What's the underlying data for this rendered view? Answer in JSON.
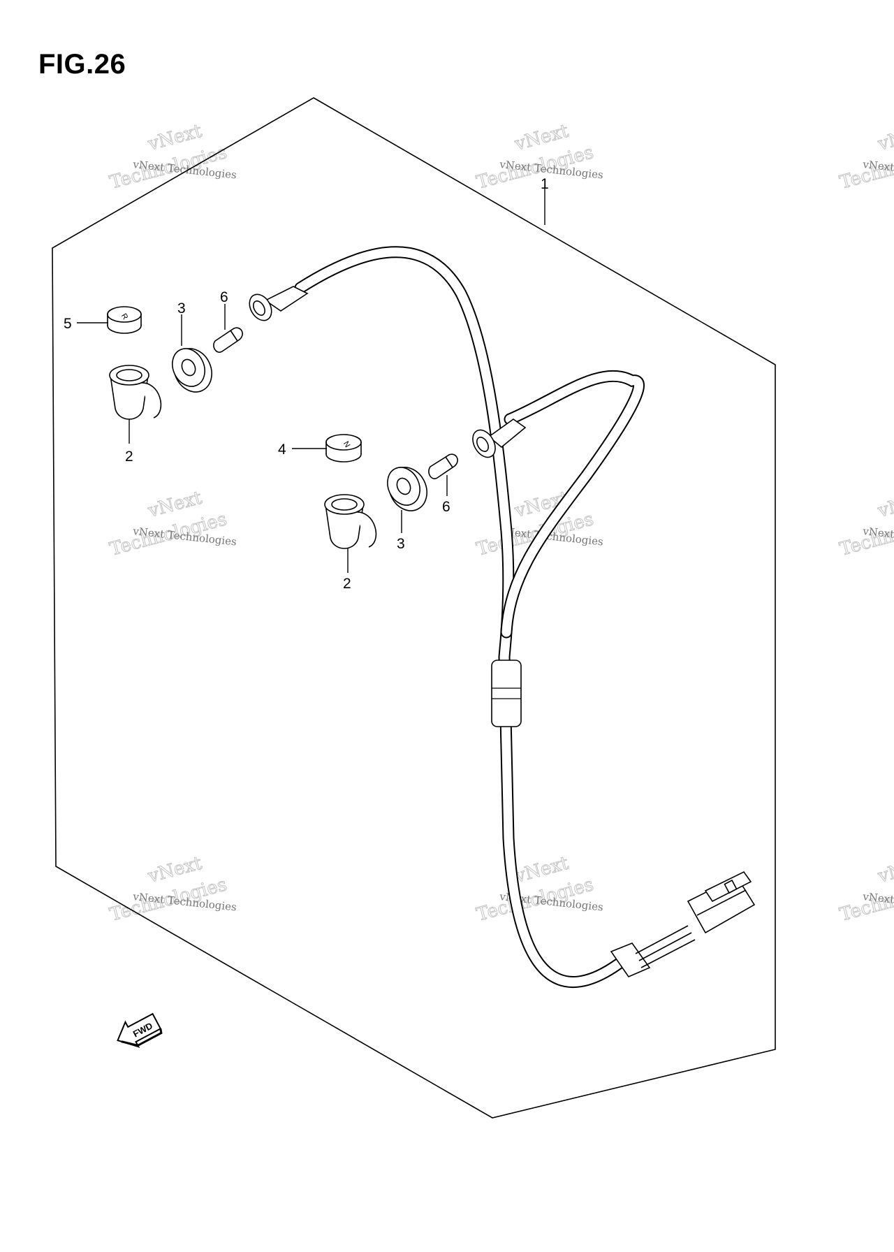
{
  "figure": {
    "title": "FIG.26"
  },
  "callouts": [
    {
      "id": "c1a",
      "label": "1"
    },
    {
      "id": "c5",
      "label": "5"
    },
    {
      "id": "c3a",
      "label": "3"
    },
    {
      "id": "c6a",
      "label": "6"
    },
    {
      "id": "c2a",
      "label": "2"
    },
    {
      "id": "c4",
      "label": "4"
    },
    {
      "id": "c6b",
      "label": "6"
    },
    {
      "id": "c3b",
      "label": "3"
    },
    {
      "id": "c2b",
      "label": "2"
    }
  ],
  "part_markings": {
    "cap_r": "R",
    "cap_n": "N",
    "direction_arrow": "FWD"
  },
  "watermark": {
    "small": "vNext Technologies",
    "top": "vNext",
    "big": "Technologies"
  },
  "icons": {
    "direction": "fwd-arrow-icon"
  },
  "colors": {
    "line": "#000000",
    "watermark": "#c4c4c4",
    "background": "#ffffff"
  }
}
